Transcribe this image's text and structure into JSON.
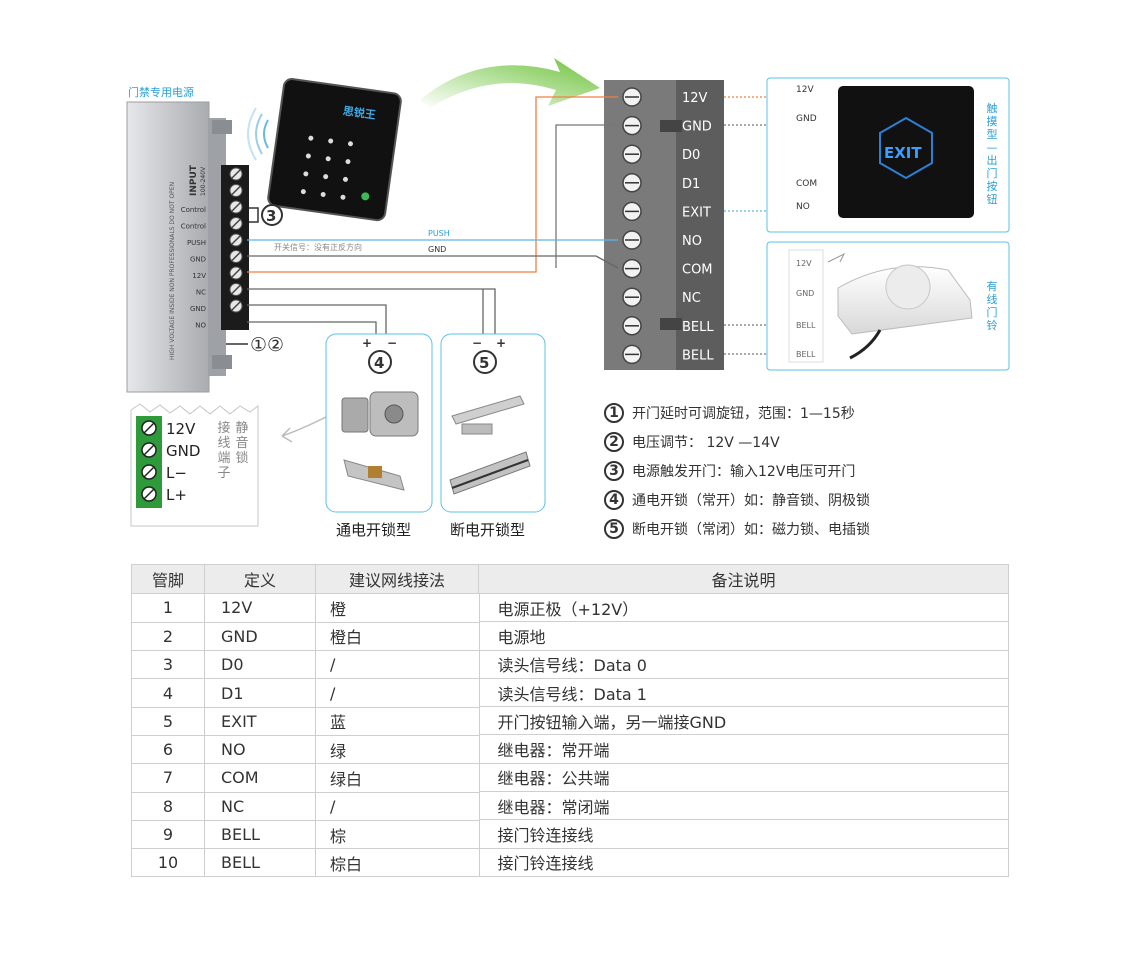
{
  "psu": {
    "title": "门禁专用电源",
    "input_label": "INPUT",
    "input_range": "100-240V",
    "warning": "HIGH VOLTAGE INSIDE NON PROFESSIONALS DO NOT OPEN",
    "terminals": [
      "Control",
      "Control",
      "PUSH",
      "GND",
      "12V",
      "NC",
      "GND",
      "NO"
    ]
  },
  "reader": {
    "brand": "思锐王"
  },
  "wires": {
    "push": "PUSH",
    "gnd": "GND",
    "switch_signal": "开关信号：没有正反方向"
  },
  "controller_terminals": [
    "12V",
    "GND",
    "D0",
    "D1",
    "EXIT",
    "NO",
    "COM",
    "NC",
    "BELL",
    "BELL"
  ],
  "exit_button": {
    "labels": [
      "12V",
      "GND",
      "COM",
      "NO"
    ],
    "text": "EXIT",
    "side_label": "触摸型—出门按钮"
  },
  "doorbell": {
    "labels": [
      "12V",
      "GND",
      "BELL",
      "BELL"
    ],
    "side_label": "有线门铃"
  },
  "mute_lock": {
    "terminals": [
      "12V",
      "GND",
      "L−",
      "L+"
    ],
    "side_label": "静音锁接线端子"
  },
  "markers": {
    "m3": "3",
    "m12": "①②",
    "m4": "4",
    "m5": "5",
    "plus": "+",
    "minus": "−"
  },
  "lock_types": {
    "power_on": "通电开锁型",
    "power_off": "断电开锁型"
  },
  "notes": [
    {
      "num": "1",
      "text": "开门延时可调旋钮，范围：1—15秒"
    },
    {
      "num": "2",
      "text": "电压调节： 12V —14V"
    },
    {
      "num": "3",
      "text": "电源触发开门：输入12V电压可开门"
    },
    {
      "num": "4",
      "text": "通电开锁（常开）如：静音锁、阴极锁"
    },
    {
      "num": "5",
      "text": "断电开锁（常闭）如：磁力锁、电插锁"
    }
  ],
  "table": {
    "headers": [
      "管脚",
      "定义",
      "建议网线接法",
      "备注说明"
    ],
    "rows": [
      [
        "1",
        "12V",
        "橙",
        "电源正极（+12V）"
      ],
      [
        "2",
        "GND",
        "橙白",
        "电源地"
      ],
      [
        "3",
        "D0",
        "/",
        "读头信号线：Data 0"
      ],
      [
        "4",
        "D1",
        "/",
        "读头信号线：Data 1"
      ],
      [
        "5",
        "EXIT",
        "蓝",
        "开门按钮输入端，另一端接GND"
      ],
      [
        "6",
        "NO",
        "绿",
        "继电器：常开端"
      ],
      [
        "7",
        "COM",
        "绿白",
        "继电器：公共端"
      ],
      [
        "8",
        "NC",
        "/",
        "继电器：常闭端"
      ],
      [
        "9",
        "BELL",
        "棕",
        "接门铃连接线"
      ],
      [
        "10",
        "BELL",
        "棕白",
        "接门铃连接线"
      ]
    ]
  },
  "colors": {
    "orange": "#f08040",
    "blue": "#5bb8e8",
    "cyan_frame": "#5cc0e8",
    "panel": "#6e6e6e",
    "green_terminal": "#2f9a3a"
  }
}
